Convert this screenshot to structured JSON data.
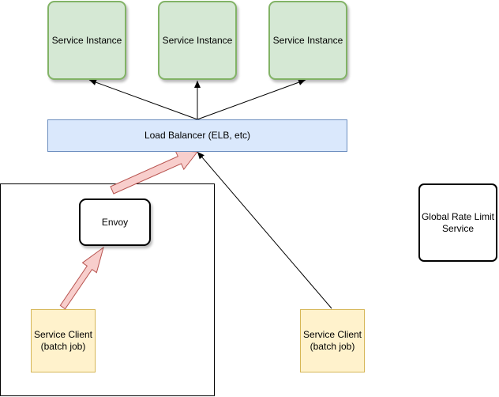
{
  "services": [
    {
      "label": "Service Instance"
    },
    {
      "label": "Service Instance"
    },
    {
      "label": "Service Instance"
    }
  ],
  "load_balancer": {
    "label": "Load Balancer (ELB, etc)"
  },
  "envoy": {
    "label": "Envoy"
  },
  "clients": [
    {
      "line1": "Service Client",
      "line2": "(batch job)"
    },
    {
      "line1": "Service Client",
      "line2": "(batch job)"
    }
  ],
  "global_rate_limit": {
    "line1": "Global Rate Limit",
    "line2": "Service"
  },
  "colors": {
    "service_fill": "#d5e8d4",
    "service_stroke": "#82b366",
    "lb_fill": "#dae8fc",
    "lb_stroke": "#6c8ebf",
    "client_fill": "#fff2cc",
    "client_stroke": "#d6b656",
    "big_arrow_fill": "#f8cecc",
    "big_arrow_stroke": "#b85450"
  }
}
